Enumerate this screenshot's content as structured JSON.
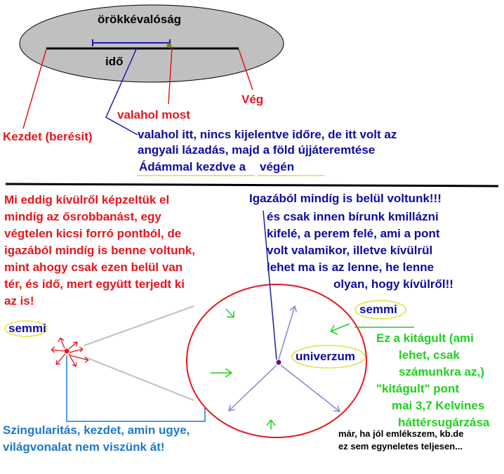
{
  "top": {
    "eternity": "örökkévalóság",
    "time": "idő",
    "end": "Vég",
    "somewhere_now": "valahol most",
    "start": "Kezdet (berésit)",
    "note_lines": [
      "valahol itt, nincs kijelentve időre, de itt volt az",
      "angyali lázadás, majd a föld újjáteremtése"
    ],
    "adam_part1": "Ádámmal kezdve a",
    "adam_part2": "végén"
  },
  "left_text_lines": [
    "Mi eddig kívülről képzeltük el",
    "mindíg az ősrobbanást, egy",
    "végtelen kicsi forró pontból, de",
    "igazából mindíg is benne voltunk,",
    "mint ahogy csak ezen belül van",
    "tér, és idő, mert együtt terjedt ki",
    "az is!"
  ],
  "right_title": "Igazából mindíg is belül voltunk!!!",
  "right_text_lines": [
    "és csak innen bírunk kmillázni",
    "kifelé, a perem felé, ami a pont",
    "volt valamikor, illetve kívülrül",
    "lehet ma is az lenne, he lenne",
    "olyan, hogy kívülről!!"
  ],
  "semmi_left": "semmi",
  "semmi_right": "semmi",
  "universe": "univerzum",
  "green_lines": [
    "Ez a kitágult (ami",
    "lehet, csak",
    "számunkra az,)",
    "\"kitágult\" pont",
    "mai 3,7 Kelvines",
    "háttérsugárzása"
  ],
  "singularity_lines": [
    "Szingularitás, kezdet, amin ugye,",
    "világvonalat nem viszünk át!"
  ],
  "footnote_lines": [
    "már, ha jól emlékszem, kb.de",
    "ez sem egyneletes teljesen..."
  ]
}
